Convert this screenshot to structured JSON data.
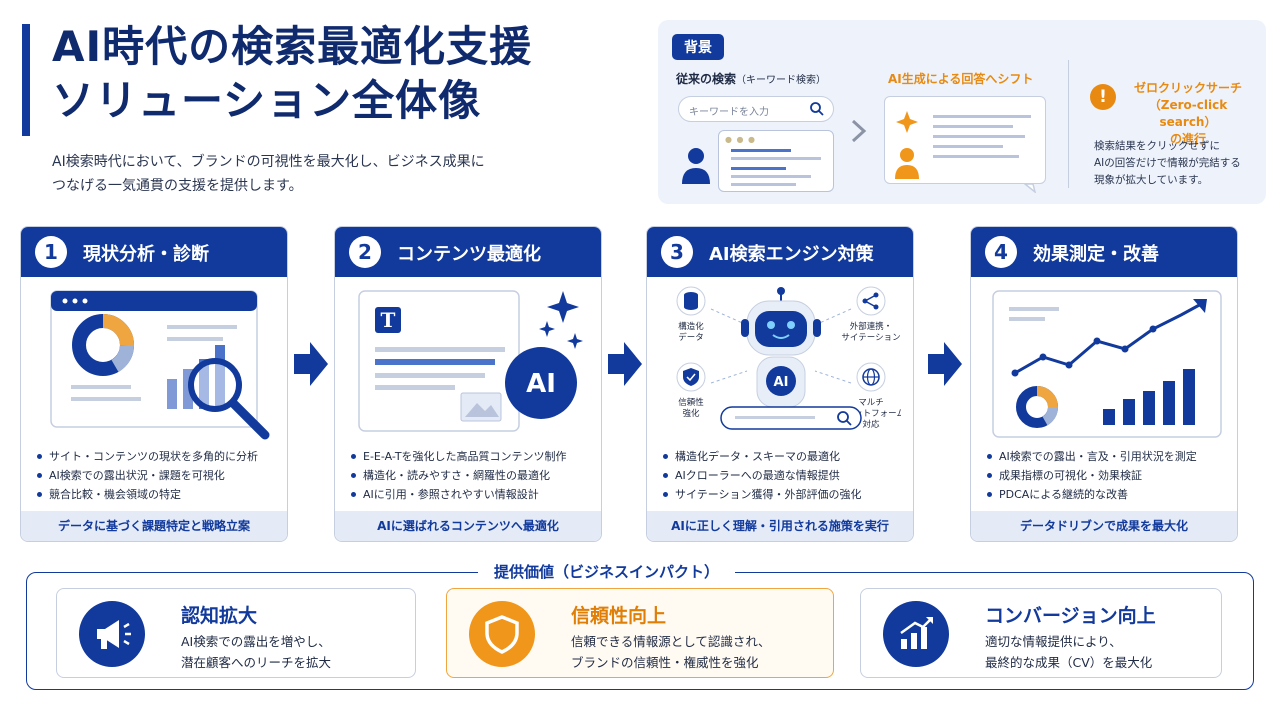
{
  "header": {
    "title_line1": "AI時代の検索最適化支援",
    "title_line2": "ソリューション全体像",
    "subtitle_line1": "AI検索時代において、ブランドの可視性を最大化し、ビジネス成果に",
    "subtitle_line2": "つなげる一気通貫の支援を提供します。"
  },
  "background": {
    "tag": "背景",
    "traditional_label": "従来の検索",
    "traditional_sub": "（キーワード検索）",
    "search_placeholder": "キーワードを入力",
    "ai_shift_label": "AI生成による回答へシフト",
    "zero_click_title1": "ゼロクリックサーチ",
    "zero_click_title2": "（Zero-click search）",
    "zero_click_title3": "の進行",
    "zero_click_desc1": "検索結果をクリックせずに",
    "zero_click_desc2": "AIの回答だけで情報が完結する",
    "zero_click_desc3": "現象が拡大しています。"
  },
  "steps": [
    {
      "num": "1",
      "title": "現状分析・診断",
      "bullets": [
        "サイト・コンテンツの現状を多角的に分析",
        "AI検索での露出状況・課題を可視化",
        "競合比較・機会領域の特定"
      ],
      "footer": "データに基づく課題特定と戦略立案"
    },
    {
      "num": "2",
      "title": "コンテンツ最適化",
      "ai_badge": "AI",
      "doc_letter": "T",
      "bullets": [
        "E-E-A-Tを強化した高品質コンテンツ制作",
        "構造化・読みやすさ・網羅性の最適化",
        "AIに引用・参照されやすい情報設計"
      ],
      "footer": "AIに選ばれるコンテンツへ最適化"
    },
    {
      "num": "3",
      "title": "AI検索エンジン対策",
      "robot_label": "AI",
      "label_structured": [
        "構造化",
        "データ"
      ],
      "label_citation": [
        "外部連携・",
        "サイテーション"
      ],
      "label_trust": [
        "信頼性",
        "強化"
      ],
      "label_multi": [
        "マルチ",
        "プラットフォーム",
        "対応"
      ],
      "bullets": [
        "構造化データ・スキーマの最適化",
        "AIクローラーへの最適な情報提供",
        "サイテーション獲得・外部評価の強化"
      ],
      "footer": "AIに正しく理解・引用される施策を実行"
    },
    {
      "num": "4",
      "title": "効果測定・改善",
      "bullets": [
        "AI検索での露出・言及・引用状況を測定",
        "成果指標の可視化・効果検証",
        "PDCAによる継続的な改善"
      ],
      "footer": "データドリブンで成果を最大化"
    }
  ],
  "values": {
    "section_title": "提供価値（ビジネスインパクト）",
    "items": [
      {
        "title": "認知拡大",
        "desc1": "AI検索での露出を増やし、",
        "desc2": "潜在顧客へのリーチを拡大"
      },
      {
        "title": "信頼性向上",
        "desc1": "信頼できる情報源として認識され、",
        "desc2": "ブランドの信頼性・権威性を強化"
      },
      {
        "title": "コンバージョン向上",
        "desc1": "適切な情報提供により、",
        "desc2": "最終的な成果（CV）を最大化"
      }
    ]
  },
  "colors": {
    "primary": "#123a9c",
    "accent_orange": "#f0961a",
    "light_panel": "#eef3fb"
  }
}
